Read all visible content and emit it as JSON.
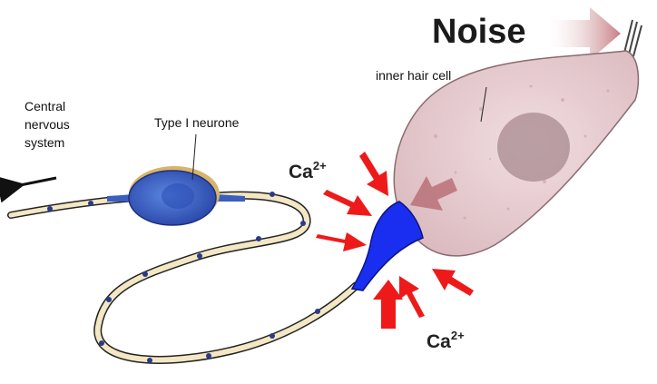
{
  "labels": {
    "noise": "Noise",
    "inner_hair_cell": "inner hair cell",
    "type_i_neurone": "Type I neurone",
    "cns_line1": "Central",
    "cns_line2": "nervous",
    "cns_line3": "system",
    "calcium_top": {
      "base": "Ca",
      "sup": "2+"
    },
    "calcium_bottom": {
      "base": "Ca",
      "sup": "2+"
    }
  },
  "colors": {
    "hair_cell_fill": "#ead2d6",
    "hair_cell_stroke": "#8a6a70",
    "nucleus": "#a78a90",
    "axon_fill": "#f3e7c4",
    "axon_stroke": "#222222",
    "node": "#2a3a8a",
    "soma": "#3a5fc0",
    "terminal": "#1a2ef0",
    "ca_arrow": "#ee1a1a",
    "noise_arrow": "#c98a8a"
  }
}
